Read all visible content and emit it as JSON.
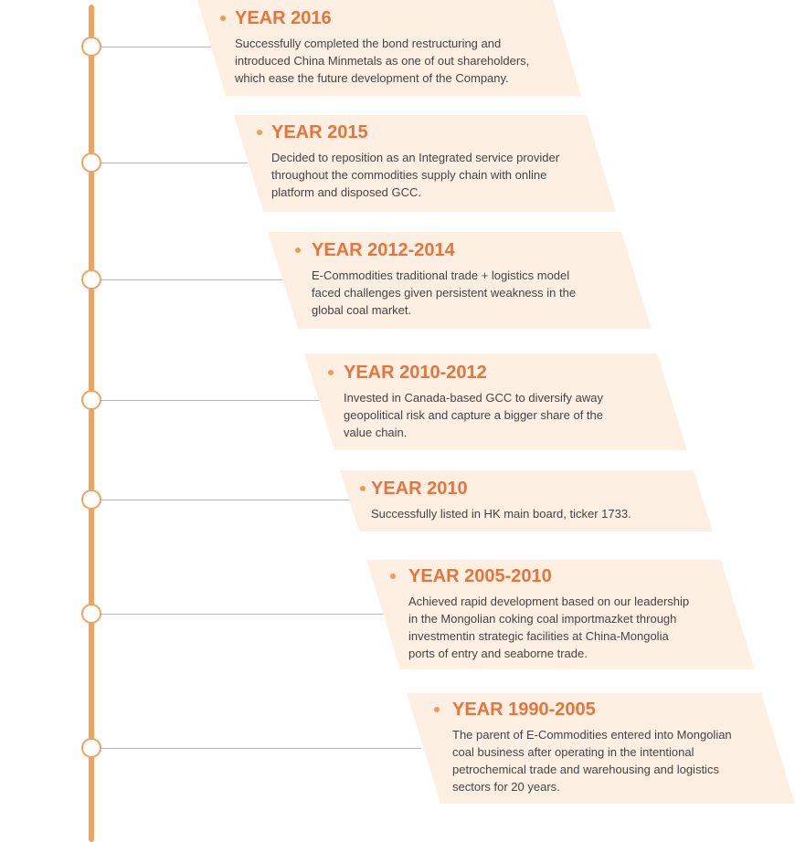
{
  "colors": {
    "accent": "#e8743b",
    "timeline": "#f0a35e",
    "card_background": "#fdf0e2",
    "text": "#444444",
    "connector": "#b8b8b8"
  },
  "milestones": [
    {
      "title": "YEAR 2016",
      "description": "Successfully completed the bond restructuring and\nintroduced China Minmetals as one of out shareholders,\nwhich ease the future development of the Company."
    },
    {
      "title": "YEAR 2015",
      "description": "Decided to reposition as an Integrated service provider\nthroughout the commodities supply chain with online\nplatform and disposed GCC."
    },
    {
      "title": "YEAR 2012-2014",
      "description": "E-Commodities traditional trade + logistics model\nfaced challenges given persistent weakness in the\nglobal coal market."
    },
    {
      "title": "YEAR 2010-2012",
      "description": "Invested in Canada-based GCC to diversify away\ngeopolitical risk and capture a bigger share of the\nvalue chain."
    },
    {
      "title": "YEAR 2010",
      "description": "Successfully listed in HK main board, ticker 1733."
    },
    {
      "title": "YEAR 2005-2010",
      "description": "Achieved rapid development based on our leadership\nin the Mongolian coking coal importmazket through\ninvestmentin strategic facilities at China-Mongolia\nports of entry and seaborne trade."
    },
    {
      "title": "YEAR 1990-2005",
      "description": "The parent of E-Commodities entered into Mongolian\ncoal business after operating in the intentional\npetrochemical trade and warehousing and logistics\nsectors for 20 years."
    }
  ]
}
